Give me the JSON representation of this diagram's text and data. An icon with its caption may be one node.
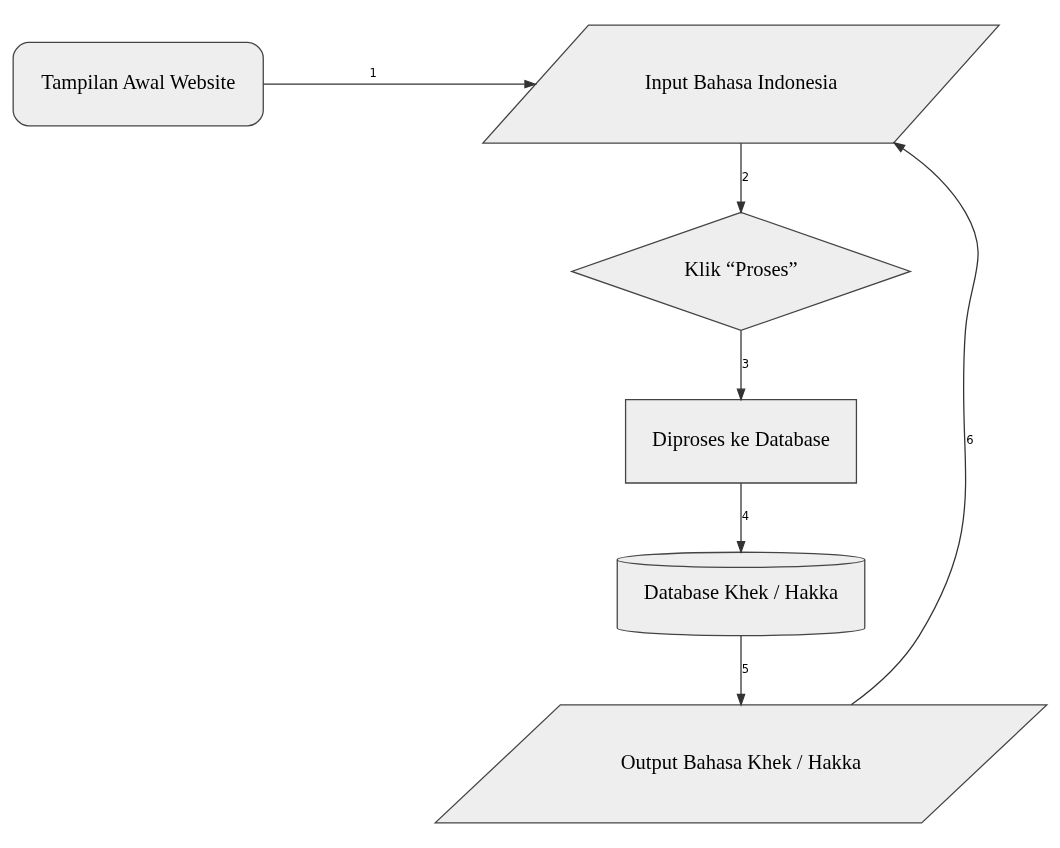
{
  "diagram": {
    "nodes": [
      {
        "text": [
          "Tampilan Awal Website"
        ]
      },
      {
        "text": [
          "Input Bahasa Indonesia"
        ]
      },
      {
        "text": [
          "Klik “Proses”"
        ]
      },
      {
        "text": [
          "Diproses ke Database"
        ]
      },
      {
        "text": [
          "Database Khek / Hakka"
        ]
      },
      {
        "text": [
          "Output Bahasa Khek / Hakka"
        ]
      }
    ],
    "edges": [
      {
        "from": 0,
        "to": 1,
        "arrow": "to",
        "label": "1"
      },
      {
        "from": 1,
        "to": 2,
        "arrow": "to",
        "label": "2"
      },
      {
        "from": 2,
        "to": 3,
        "arrow": "to",
        "label": "3"
      },
      {
        "from": 3,
        "to": 4,
        "arrow": "to",
        "label": "4"
      },
      {
        "from": 4,
        "to": 5,
        "arrow": "to",
        "label": "5"
      },
      {
        "from": 5,
        "to": 1,
        "arrow": "to",
        "label": "6"
      }
    ]
  }
}
